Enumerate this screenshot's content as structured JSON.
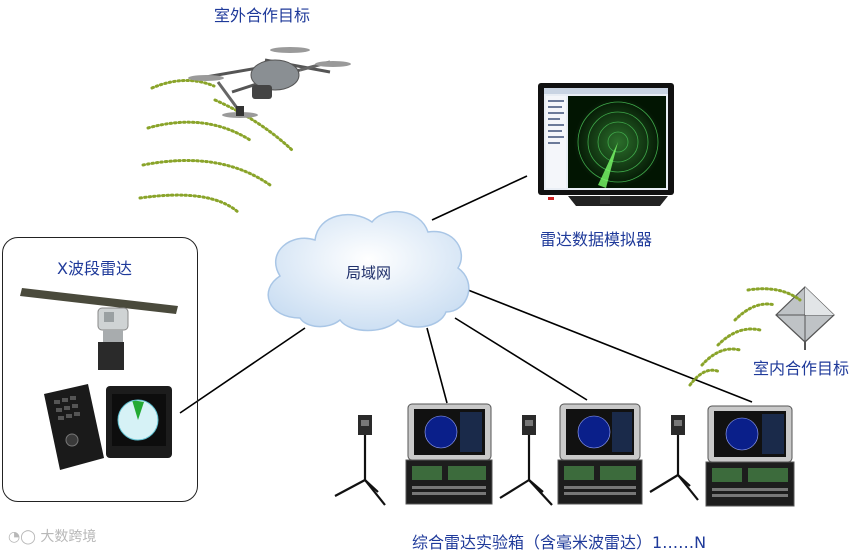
{
  "labels": {
    "outdoor_target": "室外合作目标",
    "simulator": "雷达数据模拟器",
    "x_radar": "X波段雷达",
    "lan": "局域网",
    "indoor_target": "室内合作目标",
    "experiment_box": "综合雷达实验箱（含毫米波雷达）1……N"
  },
  "watermark": "大数跨境",
  "colors": {
    "label": "#1f3a9a",
    "cloud": "#d7e7f7",
    "signal": "#8aa42a",
    "radar_screen": "#0a1f8a"
  }
}
